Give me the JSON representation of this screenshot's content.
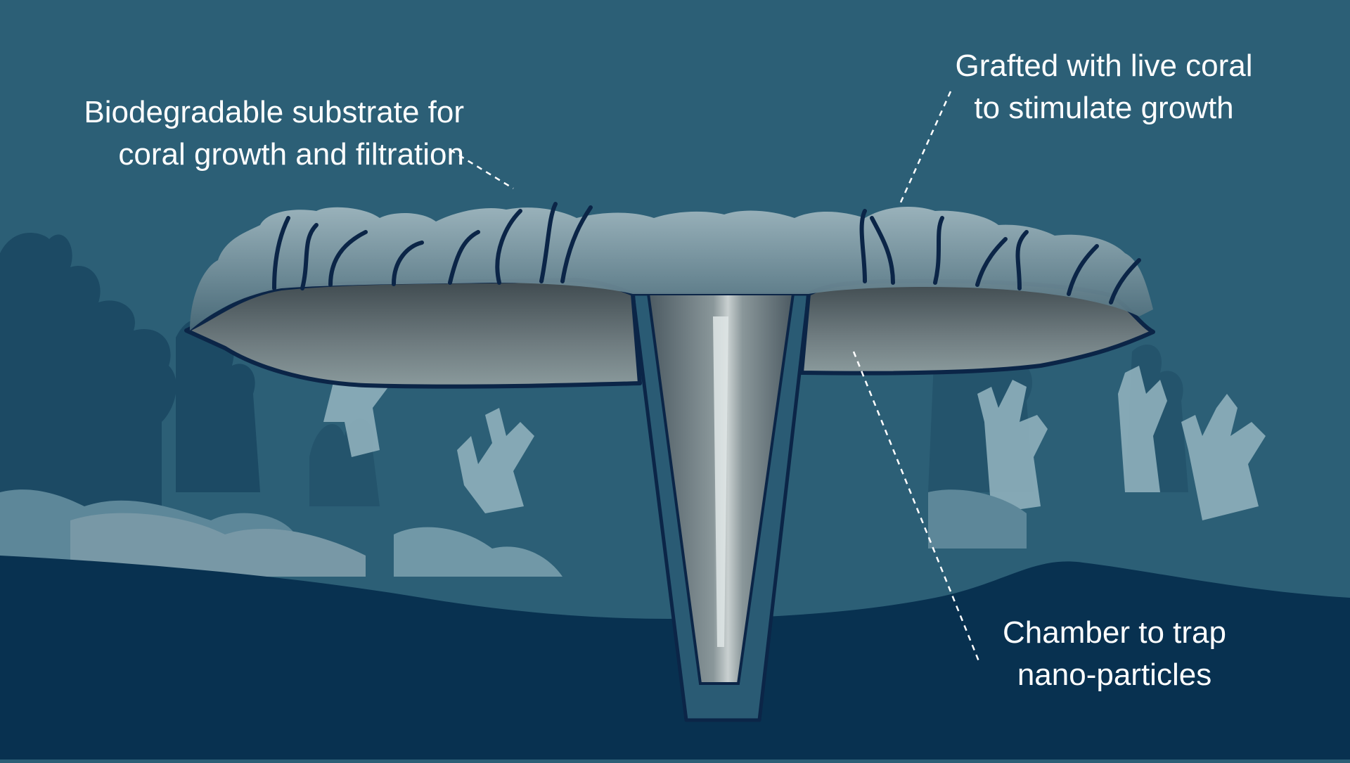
{
  "colors": {
    "water": "#2c5f76",
    "deep_ground": "#083150",
    "silhouette_dark": "#1a4863",
    "silhouette_mid": "#5d8799",
    "silhouette_light": "#8fb0bc",
    "device_outline": "#0b2547",
    "device_body": "#5f6b70",
    "stem_fill": "#7e8d92",
    "label_text": "#ffffff",
    "leader_line": "#ffffff"
  },
  "icons": [
    "coral-device",
    "coral-silhouette",
    "leader-line"
  ],
  "labels": {
    "substrate": {
      "line1": "Biodegradable substrate for",
      "line2": "coral growth and filtration"
    },
    "grafted": {
      "line1": "Grafted with live coral",
      "line2": "to stimulate growth"
    },
    "chamber": {
      "line1": "Chamber to trap",
      "line2": "nano-particles"
    }
  }
}
